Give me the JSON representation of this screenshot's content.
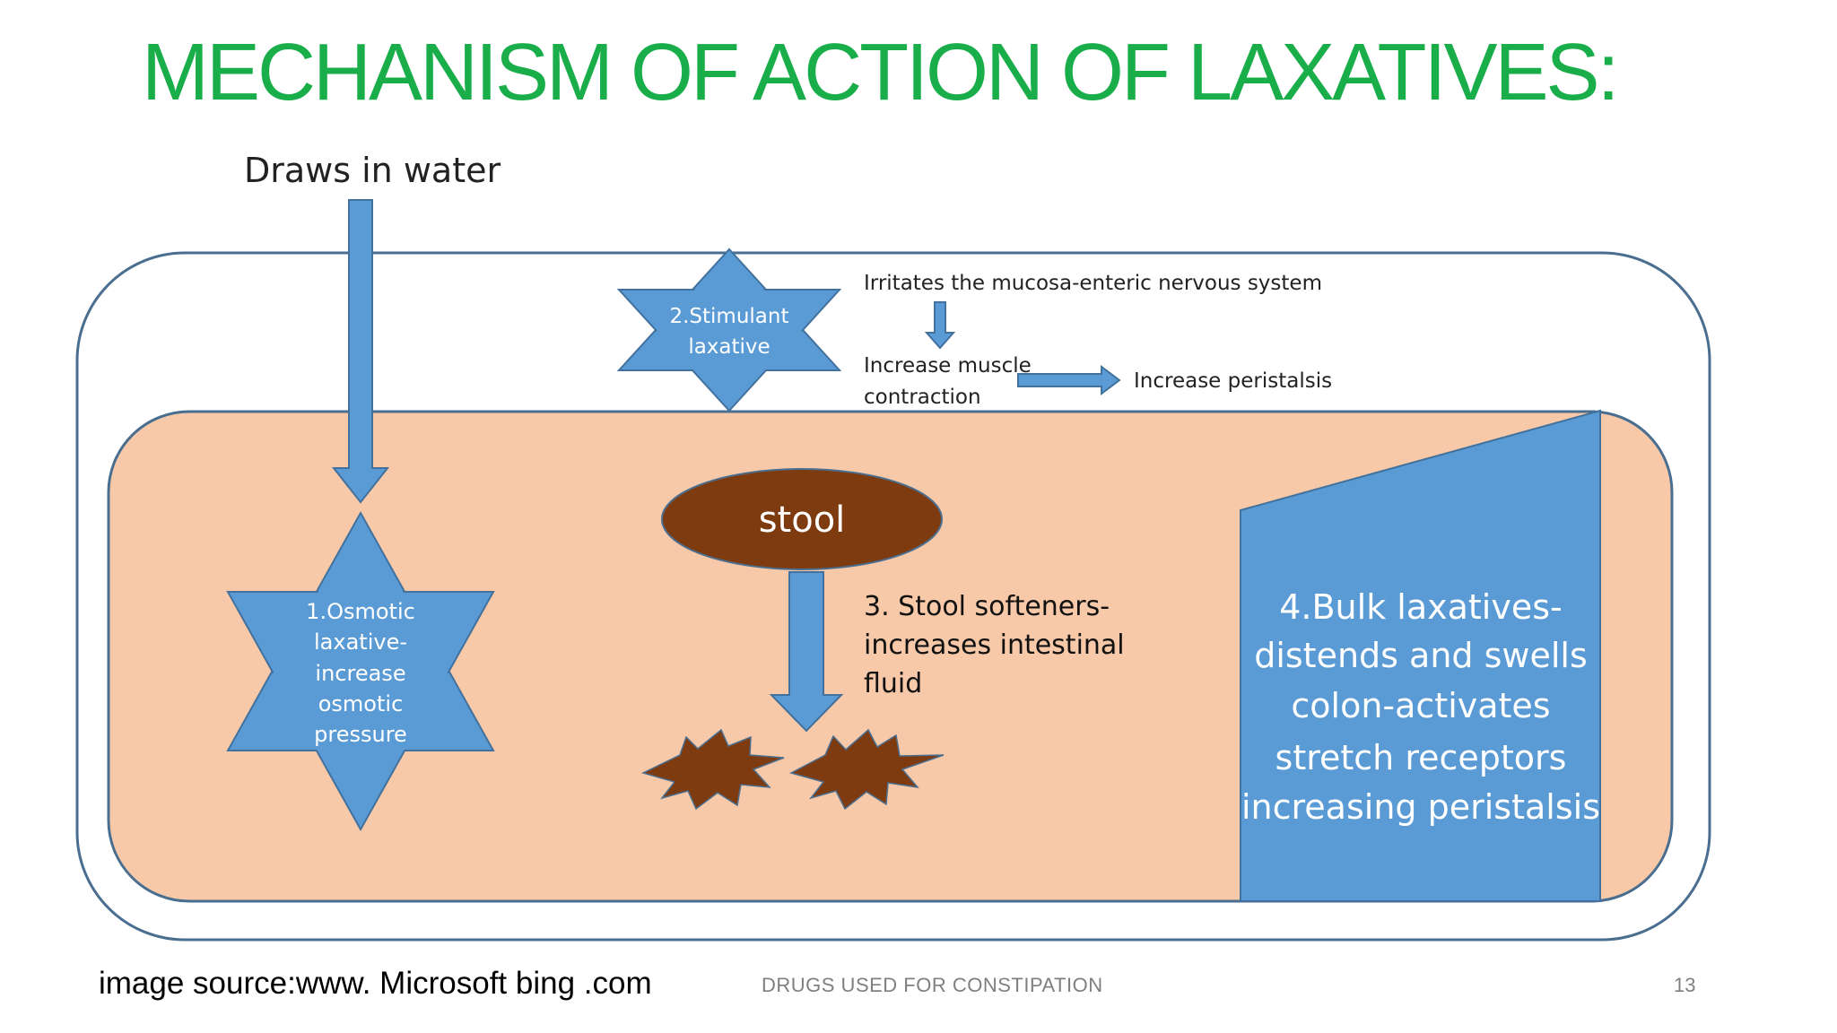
{
  "slide": {
    "title": "MECHANISM OF ACTION OF LAXATIVES:",
    "footer_source": "image source:www. Microsoft bing .com",
    "footer_center": "DRUGS  USED FOR CONSTIPATION",
    "page_number": "13"
  },
  "diagram": {
    "draws_in_water": "Draws in water",
    "osmotic": [
      "1.Osmotic",
      "laxative-",
      "increase",
      "osmotic",
      "pressure"
    ],
    "stimulant": [
      "2.Stimulant",
      "laxative"
    ],
    "irritates": "Irritates the mucosa-enteric nervous system",
    "increase_muscle": [
      "Increase muscle",
      "contraction"
    ],
    "increase_peristalsis": "Increase peristalsis",
    "stool": "stool",
    "softeners": [
      "3. Stool softeners-",
      "increases intestinal",
      "fluid"
    ],
    "bulk": [
      "4.Bulk laxatives-",
      "distends and swells",
      "colon-activates",
      "stretch receptors",
      "increasing peristalsis"
    ]
  },
  "colors": {
    "title_green": "#1aae4a",
    "inner_fill": "#f7c9a8",
    "shape_blue": "#5b9bd5",
    "stool_brown": "#7f3b10",
    "outline": "#4a6e8f"
  }
}
